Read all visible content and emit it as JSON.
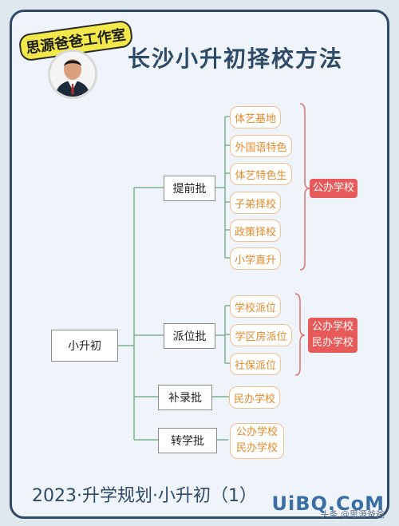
{
  "header": {
    "title": "长沙小升初择校方法",
    "logo_text": "思源爸爸工作室"
  },
  "root": {
    "label": "小升初"
  },
  "branches": {
    "tiqian": {
      "label": "提前批",
      "leaves": [
        "体艺基地",
        "外国语特色",
        "体艺特色生",
        "子弟择校",
        "政策择校",
        "小学直升"
      ],
      "tag": "公办学校"
    },
    "paiwei": {
      "label": "派位批",
      "leaves": [
        "学校派位",
        "学区房派位",
        "社保派位"
      ],
      "tag_lines": [
        "公办学校",
        "民办学校"
      ]
    },
    "bulu": {
      "label": "补录批",
      "leaf": "民办学校"
    },
    "zhuanxue": {
      "label": "转学批",
      "leaf_lines": [
        "公办学校",
        "民办学校"
      ]
    }
  },
  "footer": {
    "text": "2023·升学规划·小升初（1）"
  },
  "watermark": {
    "main": "UiBQ.CoM",
    "sub": "头条 @思源爸爸"
  },
  "colors": {
    "dark": "#2f4a66",
    "accent_red": "#e65a5a",
    "accent_orange": "#e38a2b",
    "line_green": "#7fb08f",
    "line_red": "#e07070"
  }
}
